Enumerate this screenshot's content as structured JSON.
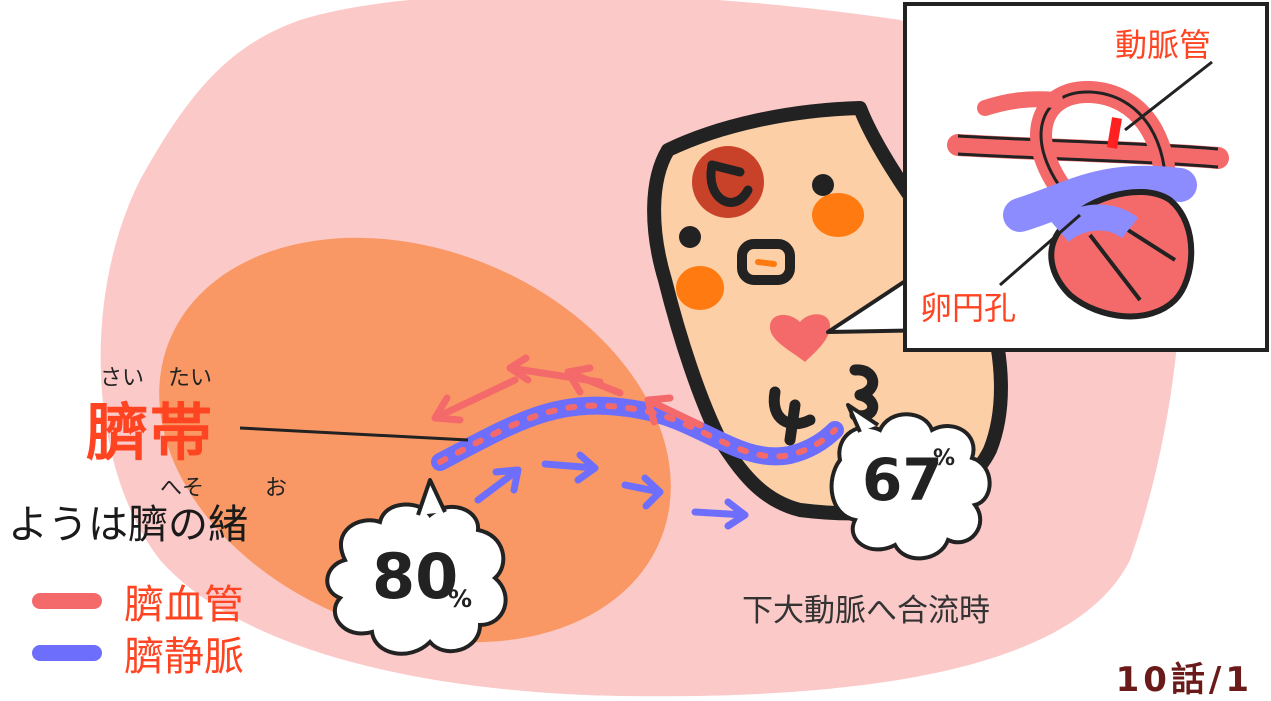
{
  "labels": {
    "title": "臍帯",
    "title_ruby_1": "さい",
    "title_ruby_2": "たい",
    "subtitle": "ようは臍の緒",
    "subtitle_ruby_heso": "へそ",
    "subtitle_ruby_o": "お",
    "caption": "下大動脈へ合流時"
  },
  "legend": [
    {
      "label": "臍血管",
      "color": "#f46a6a"
    },
    {
      "label": "臍静脈",
      "color": "#6e6efc"
    }
  ],
  "percent_bubbles": [
    {
      "value": "80",
      "unit": "%"
    },
    {
      "value": "67",
      "unit": "%"
    }
  ],
  "inset": {
    "ductus_label": "動脈管",
    "foramen_label": "卵円孔"
  },
  "page_number": "10話/1",
  "colors": {
    "background_blob": "#fcc9c9",
    "placenta": "#f99864",
    "baby_skin": "#fccfa6",
    "outline": "#222222",
    "artery": "#f46a6a",
    "vein": "#6e6efc",
    "label_red": "#ff4422"
  }
}
